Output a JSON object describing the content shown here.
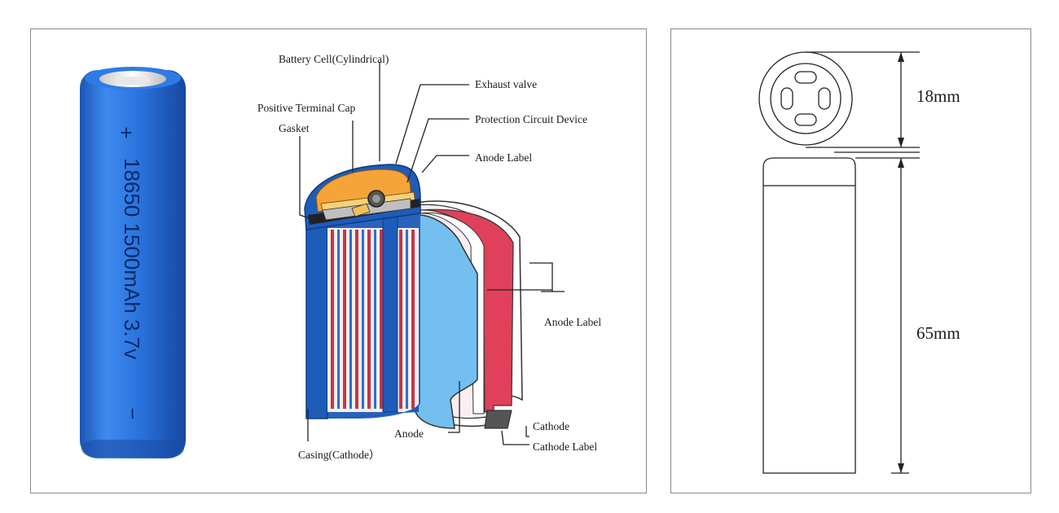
{
  "battery_photo": {
    "plus_sign": "+",
    "marking": "18650  1500mAh 3.7v",
    "minus_sign": "−"
  },
  "cutaway_labels": {
    "battery_cell": "Battery Cell(Cylindrical)",
    "positive_terminal_cap": "Positive Terminal Cap",
    "gasket": "Gasket",
    "exhaust_valve": "Exhaust valve",
    "protection_circuit": "Protection Circuit Device",
    "anode_label_top": "Anode Label",
    "anode_label_right": "Anode Label",
    "cathode": "Cathode",
    "cathode_label": "Cathode Label",
    "anode": "Anode",
    "casing": "Casing(Cathode）"
  },
  "dimensions": {
    "diameter": "18mm",
    "length": "65mm"
  },
  "colors": {
    "battery_blue": "#1e6bd0",
    "casing_blue": "#1d5cb8",
    "anode_sheet": "#72bff0",
    "cathode_sheet": "#e0405a",
    "cap_orange": "#f5a43a",
    "panel_border": "#8a8a8a"
  }
}
